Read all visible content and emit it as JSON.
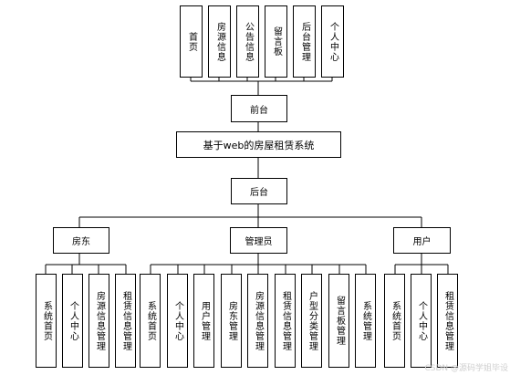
{
  "top": {
    "items": [
      "首页",
      "房源信息",
      "公告信息",
      "留言板",
      "后台管理",
      "个人中心"
    ],
    "hub": "前台"
  },
  "system": "基于web的房屋租赁系统",
  "backend": {
    "hub": "后台",
    "roles": [
      {
        "name": "房东",
        "items": [
          "系统首页",
          "个人中心",
          "房源信息管理",
          "租赁信息管理"
        ]
      },
      {
        "name": "管理员",
        "items": [
          "系统首页",
          "个人中心",
          "用户管理",
          "房东管理",
          "房源信息管理",
          "租赁信息管理",
          "户型分类管理",
          "留言板管理",
          "系统管理"
        ]
      },
      {
        "name": "用户",
        "items": [
          "系统首页",
          "个人中心",
          "租赁信息管理"
        ]
      }
    ]
  },
  "watermark": "CSDN @源码学姐毕设"
}
